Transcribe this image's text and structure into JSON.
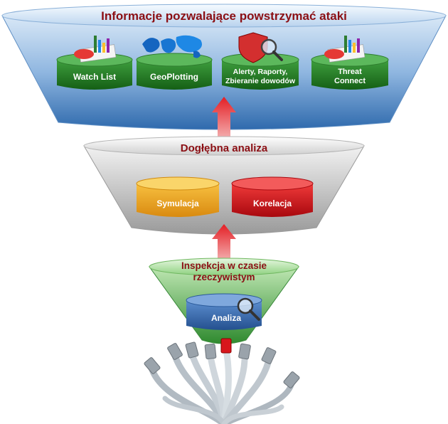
{
  "top_tier": {
    "title": "Informacje pozwalające powstrzymać ataki",
    "items": [
      {
        "label": "Watch List",
        "icon": "chart-report-icon"
      },
      {
        "label": "GeoPlotting",
        "icon": "world-map-icon"
      },
      {
        "label_line1": "Alerty, Raporty,",
        "label_line2": "Zbieranie dowodów",
        "icon": "shield-magnifier-icon"
      },
      {
        "label_line1": "Threat",
        "label_line2": "Connect",
        "icon": "chart-report-icon"
      }
    ]
  },
  "middle_tier": {
    "title": "Dogłębna analiza",
    "items": [
      {
        "label": "Symulacja",
        "color": "#e8a020"
      },
      {
        "label": "Korelacja",
        "color": "#d81c24"
      }
    ]
  },
  "bottom_tier": {
    "title_line1": "Inspekcja w czasie",
    "title_line2": "rzeczywistym",
    "item": {
      "label": "Analiza",
      "icon": "magnifier-icon"
    }
  },
  "colors": {
    "title_text": "#8b0f14",
    "top_funnel": "#7aa6d6",
    "middle_funnel": "#d0d0d0",
    "bottom_funnel": "#4fae4a",
    "arrow": "#d8161c",
    "green_cylinder": "#2e8b2e",
    "blue_cylinder": "#3a6fb5"
  },
  "icons": [
    "chart-report-icon",
    "world-map-icon",
    "shield-magnifier-icon",
    "magnifier-icon",
    "network-cables-icon",
    "up-arrow-icon"
  ]
}
